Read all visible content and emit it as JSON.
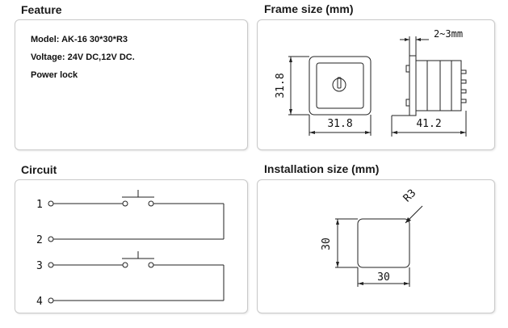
{
  "feature": {
    "title": "Feature",
    "lines": [
      "Model: AK-16 30*30*R3",
      "Voltage: 24V DC,12V DC.",
      "Power lock"
    ]
  },
  "frame": {
    "title": "Frame size (mm)",
    "height_label": "31.8",
    "width_label": "31.8",
    "depth_label": "41.2",
    "gap_label": "2~3mm"
  },
  "circuit": {
    "title": "Circuit",
    "terminals": [
      "1",
      "2",
      "3",
      "4"
    ]
  },
  "installation": {
    "title": "Installation size (mm)",
    "height_label": "30",
    "width_label": "30",
    "radius_label": "R3"
  }
}
